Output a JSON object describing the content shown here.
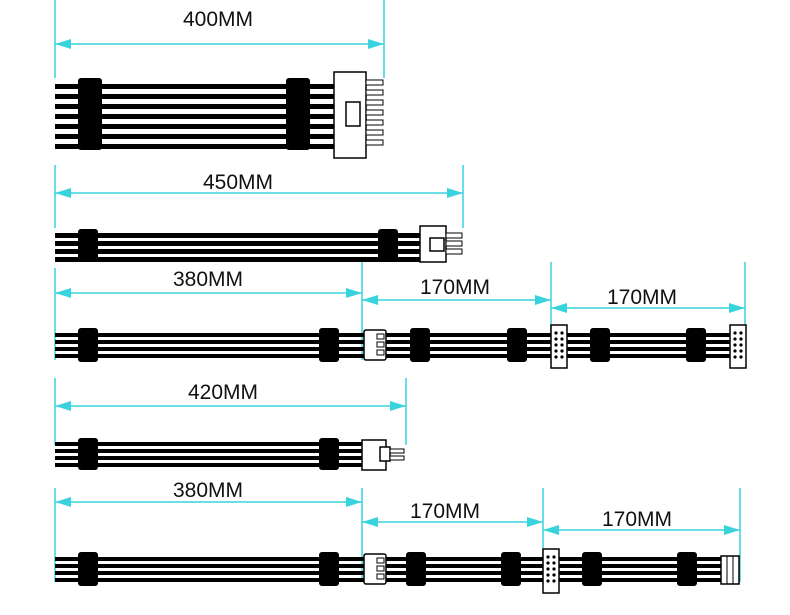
{
  "colors": {
    "dimension": "#39d3de",
    "cable": "#000000",
    "connector_outline": "#000000",
    "connector_fill": "#ffffff",
    "text": "#111111",
    "background": "#ffffff"
  },
  "cables": [
    {
      "name": "cable-1",
      "wires": 7,
      "sleeve_color": "#000000",
      "segments": [
        {
          "label": "400MM",
          "length_mm": 400
        }
      ],
      "connectors": [
        "atx-24pin-connector"
      ]
    },
    {
      "name": "cable-2",
      "wires": 4,
      "sleeve_color": "#000000",
      "segments": [
        {
          "label": "450MM",
          "length_mm": 450
        }
      ],
      "connectors": [
        "cpu-8pin-connector"
      ]
    },
    {
      "name": "cable-3",
      "wires": 4,
      "sleeve_color": "#000000",
      "segments": [
        {
          "label": "380MM",
          "length_mm": 380
        },
        {
          "label": "170MM",
          "length_mm": 170
        },
        {
          "label": "170MM",
          "length_mm": 170
        }
      ],
      "connectors": [
        "molex-connector",
        "sata-connector",
        "sata-connector"
      ]
    },
    {
      "name": "cable-4",
      "wires": 4,
      "sleeve_color": "#000000",
      "segments": [
        {
          "label": "420MM",
          "length_mm": 420
        }
      ],
      "connectors": [
        "pcie-connector"
      ]
    },
    {
      "name": "cable-5",
      "wires": 4,
      "sleeve_color": "#000000",
      "segments": [
        {
          "label": "380MM",
          "length_mm": 380
        },
        {
          "label": "170MM",
          "length_mm": 170
        },
        {
          "label": "170MM",
          "length_mm": 170
        }
      ],
      "connectors": [
        "molex-connector",
        "sata-connector",
        "floppy-connector"
      ]
    }
  ]
}
